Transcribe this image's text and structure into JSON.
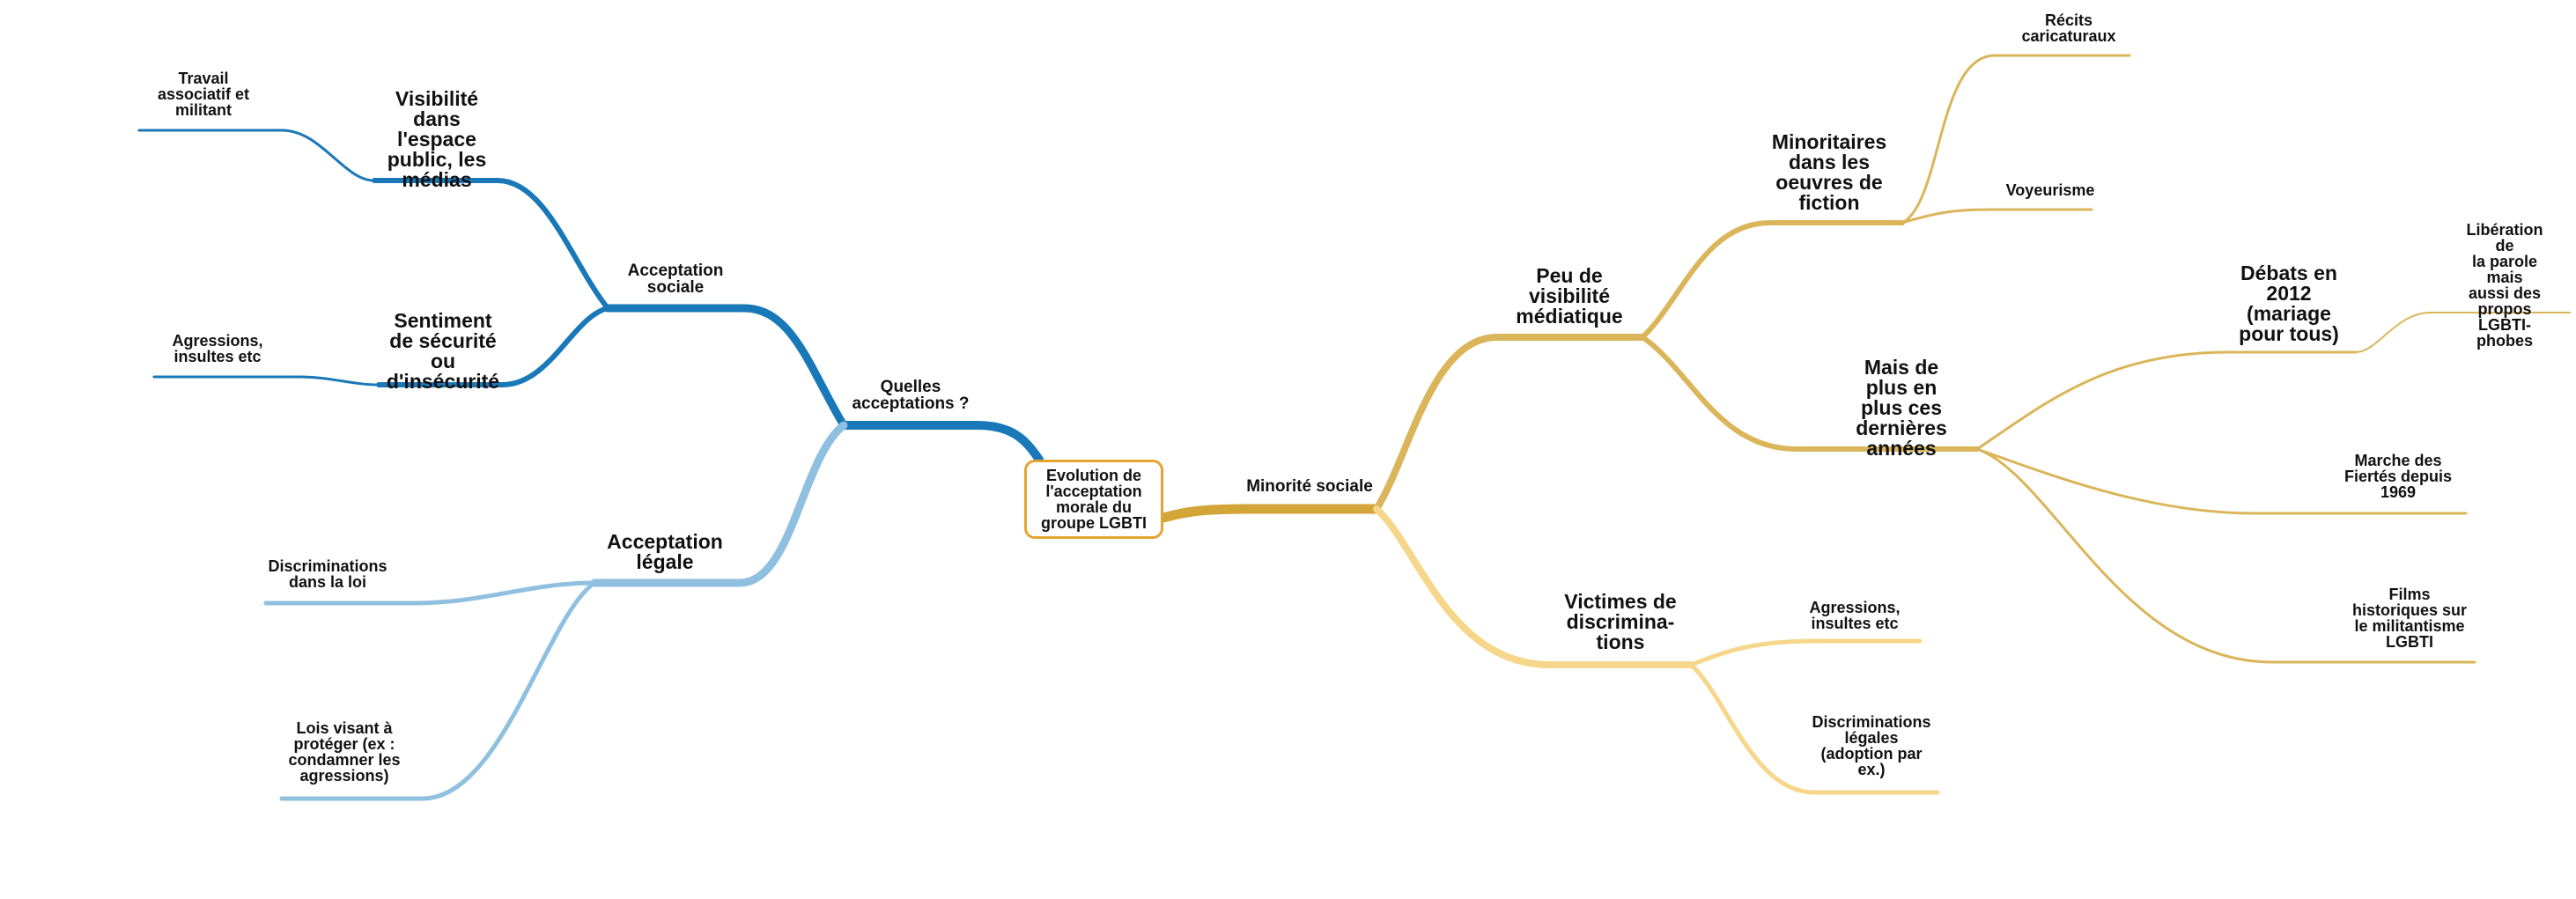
{
  "colors": {
    "blue_dark": "#1878b8",
    "blue_light": "#90c0e0",
    "gold_dark": "#d3a437",
    "gold_mid": "#dab55a",
    "gold_light": "#f6d68a",
    "root_border": "#e5a431"
  },
  "root": {
    "label": "Evolution de\nl'acceptation\nmorale du\ngroupe LGBTI"
  },
  "left": {
    "main": {
      "label": "Quelles\nacceptations ?"
    },
    "sociale": {
      "label": "Acceptation\nsociale",
      "visibilite": {
        "label": "Visibilité\ndans\nl'espace\npublic, les\nmédias",
        "child": "Travail\nassociatif et\nmilitant"
      },
      "securite": {
        "label": "Sentiment\nde sécurité\nou\nd'insécurité",
        "child": "Agressions,\ninsultes etc"
      }
    },
    "legale": {
      "label": "Acceptation\nlégale",
      "discriminations": "Discriminations\ndans la loi",
      "lois": "Lois visant à\nprotéger (ex :\ncondamner les\nagressions)"
    }
  },
  "right": {
    "main": {
      "label": "Minorité sociale"
    },
    "visibilite": {
      "label": "Peu de\nvisibilité\nmédiatique",
      "minoritaires": {
        "label": "Minoritaires\ndans les\noeuvres de\nfiction",
        "recits": "Récits\ncaricaturaux",
        "voyeurisme": "Voyeurisme"
      },
      "plus": {
        "label": "Mais de\nplus en\nplus ces\ndernières\nannées",
        "debats": {
          "label": "Débats en\n2012\n(mariage\npour tous)",
          "liberation": "Libération de\nla parole mais\naussi des\npropos\nLGBTI-phobes"
        },
        "marche": "Marche des\nFiertés depuis\n1969",
        "films": "Films\nhistoriques sur\nle militantisme\nLGBTI"
      }
    },
    "victimes": {
      "label": "Victimes de\ndiscrimina-\ntions",
      "agressions": "Agressions,\ninsultes etc",
      "discriminations": "Discriminations\nlégales\n(adoption par\nex.)"
    }
  }
}
